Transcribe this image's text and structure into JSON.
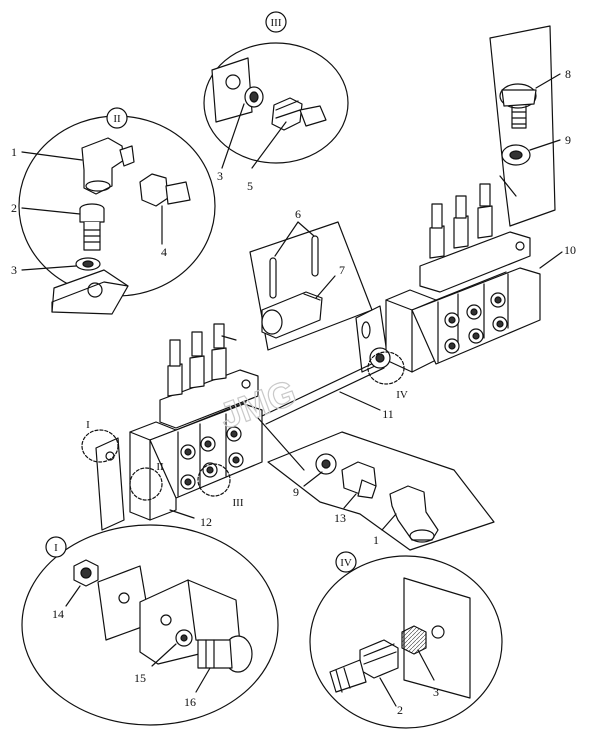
{
  "detail_views": {
    "I": "I",
    "II": "II",
    "III": "III",
    "IV": "IV"
  },
  "assembly_markers": {
    "I": "I",
    "II": "II",
    "III": "III",
    "IV": "IV"
  },
  "part_labels": {
    "p1_detailII": "1",
    "p2_detailII": "2",
    "p3_detailII": "3",
    "p4_detailII": "4",
    "p3_detailIII": "3",
    "p5_detailIII": "5",
    "p6": "6",
    "p7": "7",
    "p8": "8",
    "p9_top": "9",
    "p10": "10",
    "p11": "11",
    "p12": "12",
    "p9_bottom": "9",
    "p13": "13",
    "p1_bottom": "1",
    "p14": "14",
    "p15": "15",
    "p16": "16",
    "p2_detailIV": "2",
    "p3_detailIV": "3"
  },
  "watermark": "JMG",
  "colors": {
    "line": "#111111",
    "fill": "#ffffff",
    "shade": "#555555"
  }
}
